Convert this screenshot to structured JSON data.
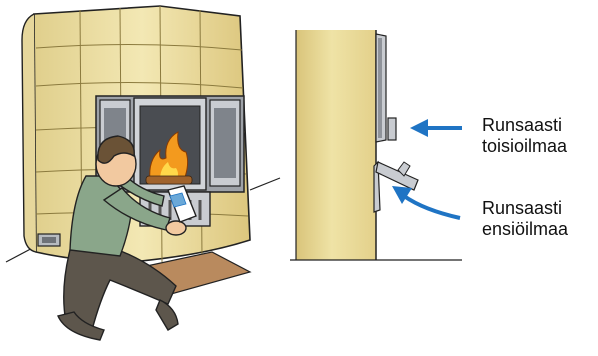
{
  "labels": {
    "secondary_air": {
      "line1": "Runsaasti",
      "line2": "toisioilmaa"
    },
    "primary_air": {
      "line1": "Runsaasti",
      "line2": "ensiöilmaa"
    }
  },
  "colors": {
    "tile": "#efe3a6",
    "tile_shade": "#d9c47a",
    "door_frame": "#8f939a",
    "door_inner": "#c9ccd1",
    "arrow_blue": "#1f74c4",
    "rug": "#b98a5e",
    "shirt": "#8aa68a",
    "pants": "#5d564c",
    "hair": "#6a5236",
    "skin": "#f2c9a0",
    "fire": "#f39a1e"
  }
}
